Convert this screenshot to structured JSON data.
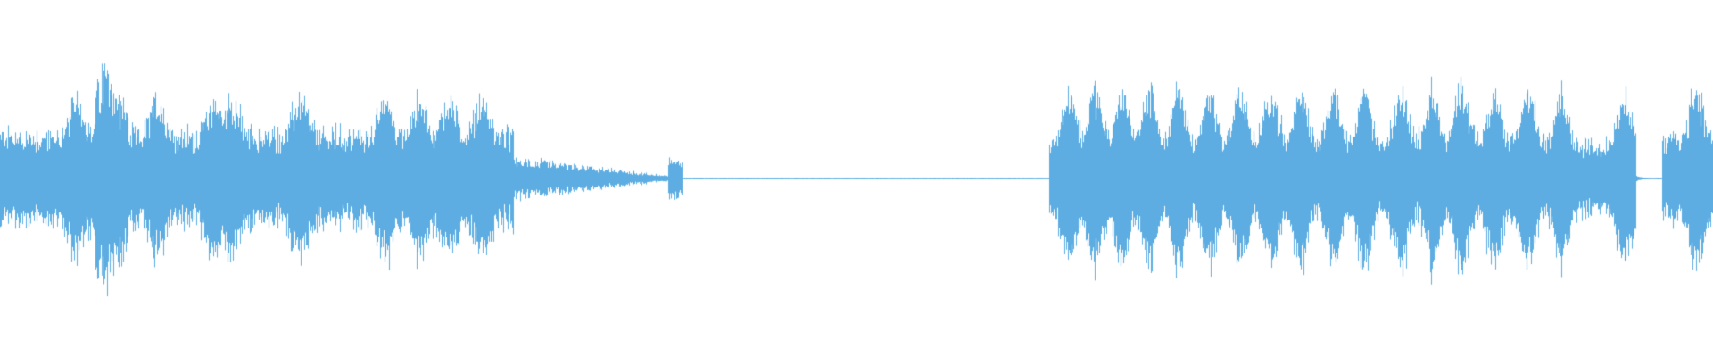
{
  "waveform": {
    "color": "#5dade2",
    "background": "#ffffff",
    "segments": [
      {
        "from": 0.0,
        "to": 0.055,
        "level": 0.28,
        "kind": "noise"
      },
      {
        "from": 0.055,
        "to": 0.075,
        "level": 0.45,
        "kind": "burst"
      },
      {
        "from": 0.075,
        "to": 0.3,
        "level": 0.28,
        "kind": "noise"
      },
      {
        "from": 0.3,
        "to": 0.39,
        "level": 0.06,
        "kind": "fade"
      },
      {
        "from": 0.39,
        "to": 0.398,
        "level": 0.12,
        "kind": "click"
      },
      {
        "from": 0.398,
        "to": 0.612,
        "level": 0.01,
        "kind": "silence"
      },
      {
        "from": 0.612,
        "to": 0.955,
        "level": 0.22,
        "kind": "pulses"
      },
      {
        "from": 0.955,
        "to": 0.97,
        "level": 0.02,
        "kind": "silence"
      },
      {
        "from": 0.97,
        "to": 1.0,
        "level": 0.25,
        "kind": "pulses"
      }
    ],
    "peaks": [
      0.045,
      0.062,
      0.092,
      0.125,
      0.135,
      0.175,
      0.225,
      0.245,
      0.262,
      0.281,
      0.624,
      0.639,
      0.655,
      0.671,
      0.688,
      0.706,
      0.724,
      0.742,
      0.759,
      0.778,
      0.796,
      0.818,
      0.836,
      0.853,
      0.872,
      0.892,
      0.911,
      0.948,
      0.99
    ]
  }
}
